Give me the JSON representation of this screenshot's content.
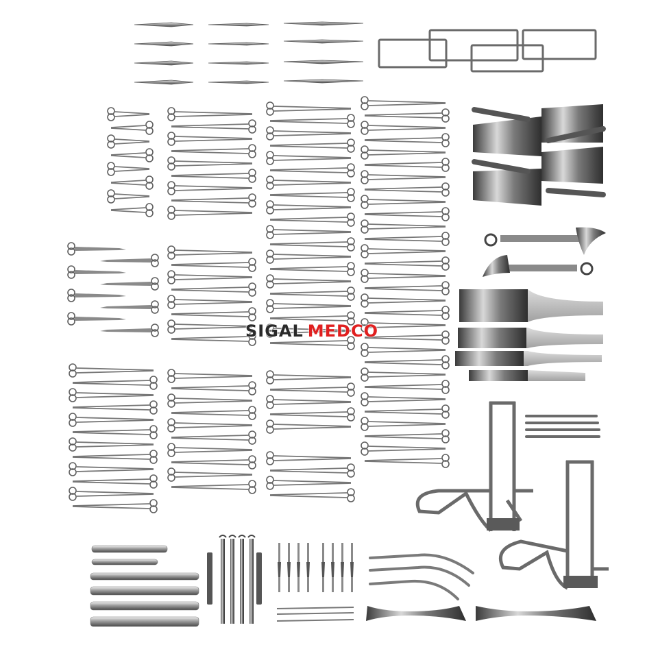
{
  "watermark": {
    "part1": "SIGAL",
    "part2": "MEDCO",
    "color1": "#2a2a2a",
    "color2": "#e02020"
  },
  "colors": {
    "steel_light": "#e6e6e6",
    "steel_mid": "#a9a9a9",
    "steel_dark": "#5a5a5a",
    "background": "#ffffff"
  },
  "scene": {
    "subject": "surgical-instrument-set",
    "icons": [
      "scalpel-handle-icon",
      "forceps-icon",
      "retractor-frame-icon",
      "hemostat-icon",
      "scissors-icon",
      "blade-retractor-icon",
      "self-retaining-retractor-icon",
      "malleable-retractor-icon",
      "ribbon-retractor-icon",
      "suction-tube-icon",
      "double-ended-retractor-icon",
      "scalpel-blade-icon",
      "probe-icon"
    ]
  }
}
